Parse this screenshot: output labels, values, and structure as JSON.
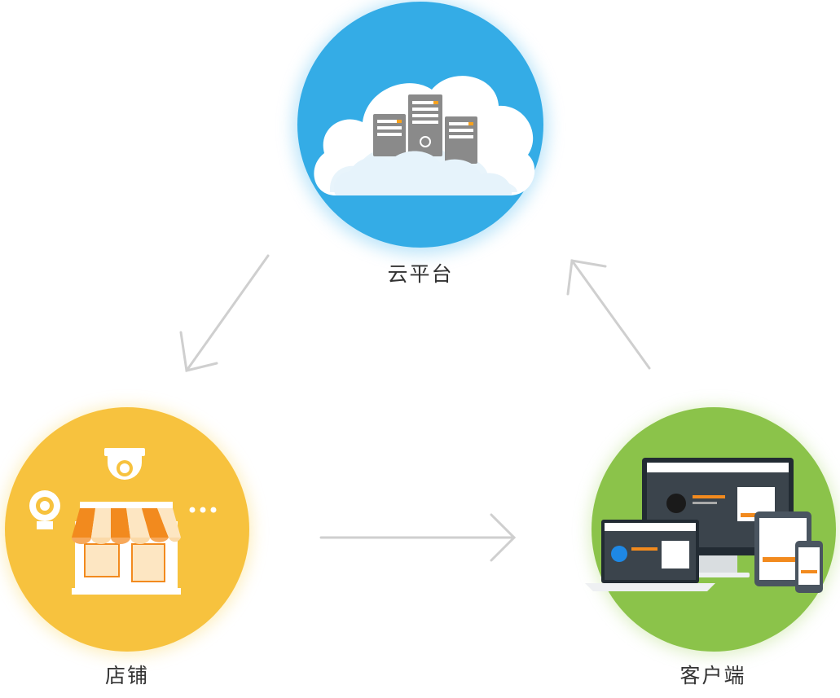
{
  "nodes": {
    "cloud": {
      "label": "云平台",
      "icon": "cloud-server-icon",
      "color": "#34ace6"
    },
    "store": {
      "label": "店铺",
      "icon": "storefront-icon",
      "color": "#f7c23e"
    },
    "client": {
      "label": "客户端",
      "icon": "devices-icon",
      "color": "#8bc34a"
    }
  },
  "edges": [
    {
      "from": "cloud",
      "to": "store"
    },
    {
      "from": "store",
      "to": "client"
    },
    {
      "from": "client",
      "to": "cloud"
    }
  ],
  "colors": {
    "arrow": "#cfcfcf",
    "accent_orange": "#f28a1e"
  }
}
